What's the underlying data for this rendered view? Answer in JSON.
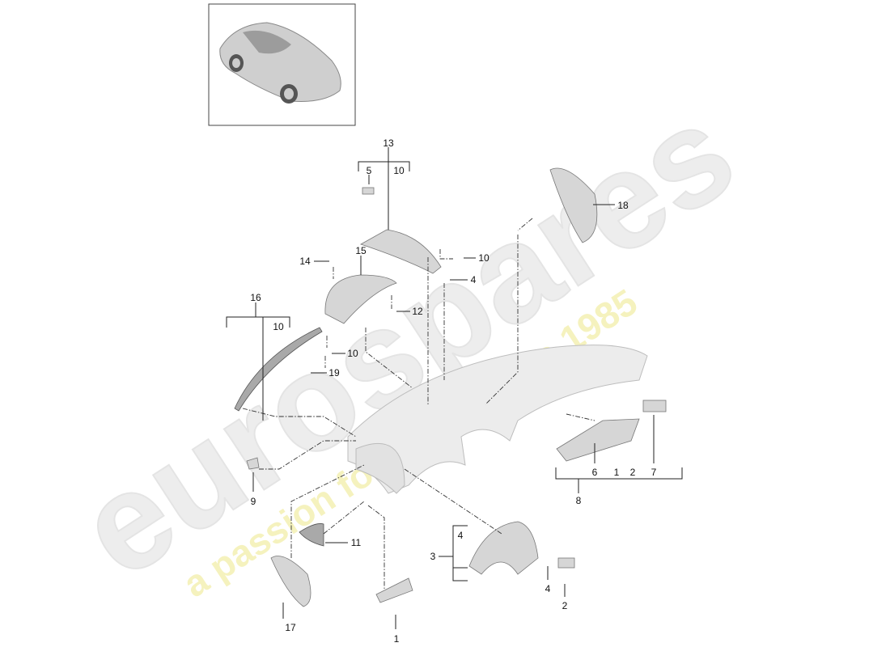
{
  "watermark": {
    "brand": "eurospares",
    "tagline": "a passion for parts since 1985",
    "brand_color": "#e6e6e6",
    "tagline_color": "#f3f0b0"
  },
  "thumbnail": {
    "icon": "car-thumbnail-icon"
  },
  "labels": [
    "13",
    "5",
    "10",
    "18",
    "14",
    "15",
    "10",
    "4",
    "16",
    "10",
    "12",
    "10",
    "19",
    "6",
    "1",
    "2",
    "7",
    "8",
    "9",
    "11",
    "3",
    "4",
    "4",
    "2",
    "17",
    "1"
  ]
}
